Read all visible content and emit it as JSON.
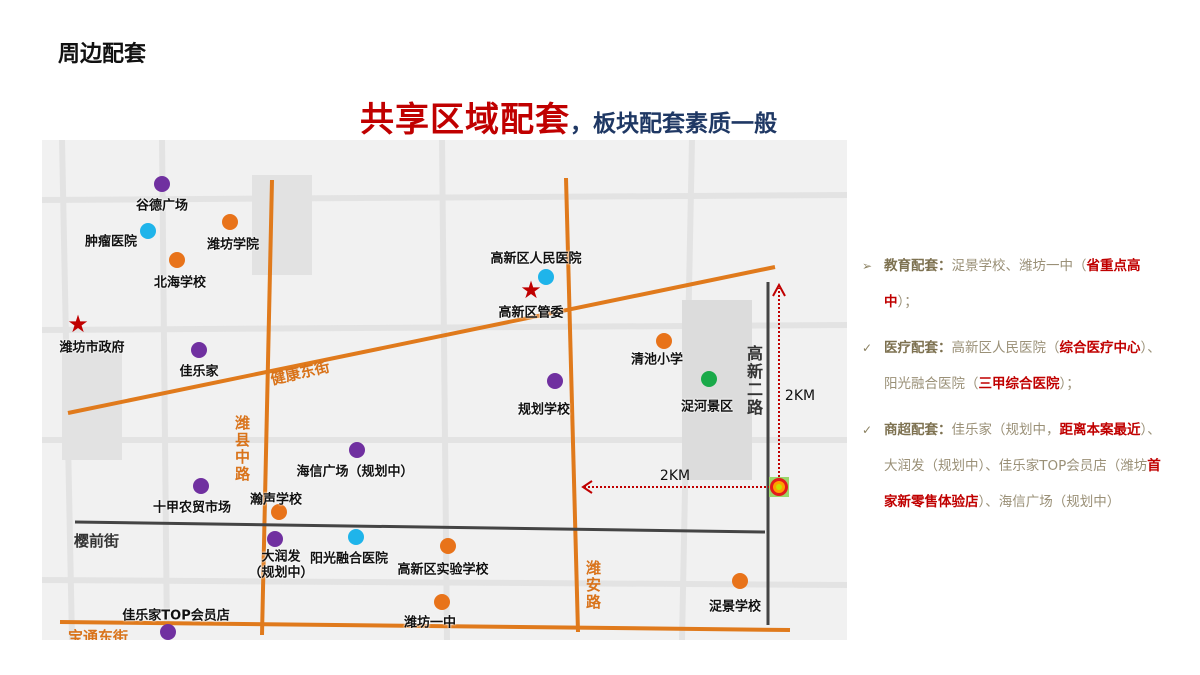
{
  "title": "周边配套",
  "headline": {
    "main": "共享区域配套",
    "sub": "，板块配套素质一般"
  },
  "colors": {
    "red": "#c00000",
    "navy": "#1f3864",
    "road": "#e07a1c",
    "school": "#e8731a",
    "hospital": "#1fb4ea",
    "shopping": "#7030a0",
    "scenic": "#1aaa4a"
  },
  "map": {
    "pois": [
      {
        "name": "谷德广场",
        "type": "shopping"
      },
      {
        "name": "肿瘤医院",
        "type": "hospital"
      },
      {
        "name": "潍坊学院",
        "type": "school"
      },
      {
        "name": "北海学校",
        "type": "school"
      },
      {
        "name": "潍坊市政府",
        "type": "government"
      },
      {
        "name": "佳乐家",
        "type": "shopping"
      },
      {
        "name": "高新区人民医院",
        "type": "hospital"
      },
      {
        "name": "高新区管委",
        "type": "government"
      },
      {
        "name": "清池小学",
        "type": "school"
      },
      {
        "name": "浞河景区",
        "type": "scenic"
      },
      {
        "name": "规划学校",
        "type": "shopping"
      },
      {
        "name": "海信广场（规划中）",
        "type": "shopping"
      },
      {
        "name": "十甲农贸市场",
        "type": "shopping"
      },
      {
        "name": "瀚声学校",
        "type": "school"
      },
      {
        "name": "大润发",
        "sub": "（规划中）",
        "type": "shopping"
      },
      {
        "name": "阳光融合医院",
        "type": "hospital"
      },
      {
        "name": "高新区实验学校",
        "type": "school"
      },
      {
        "name": "潍坊一中",
        "type": "school"
      },
      {
        "name": "浞景学校",
        "type": "school"
      },
      {
        "name": "佳乐家TOP会员店",
        "type": "shopping"
      }
    ],
    "roads": {
      "jiankang": "健康东街",
      "weixian": "潍县中路",
      "weian": "潍安路",
      "yingqian": "樱前街",
      "baotong": "宝通东街",
      "gaoxin2": "高新二路"
    },
    "distances": {
      "north": "2KM",
      "west": "2KM"
    }
  },
  "panel": {
    "items": [
      {
        "marker": "➢",
        "label": "教育配套：",
        "parts": [
          "浞景学校、潍坊一中（",
          "省重点高中",
          "）；"
        ]
      },
      {
        "marker": "✓",
        "label": "医疗配套：",
        "parts": [
          "高新区人民医院（",
          "综合医疗中心",
          "）、阳光融合医院（",
          "三甲综合医院",
          "）；"
        ]
      },
      {
        "marker": "✓",
        "label": "商超配套：",
        "parts": [
          "佳乐家（规划中，",
          "距离本案最近",
          "）、大润发（规划中）、佳乐家TOP会员店（潍坊",
          "首家新零售体验店",
          "）、海信广场（规划中）"
        ]
      }
    ]
  }
}
